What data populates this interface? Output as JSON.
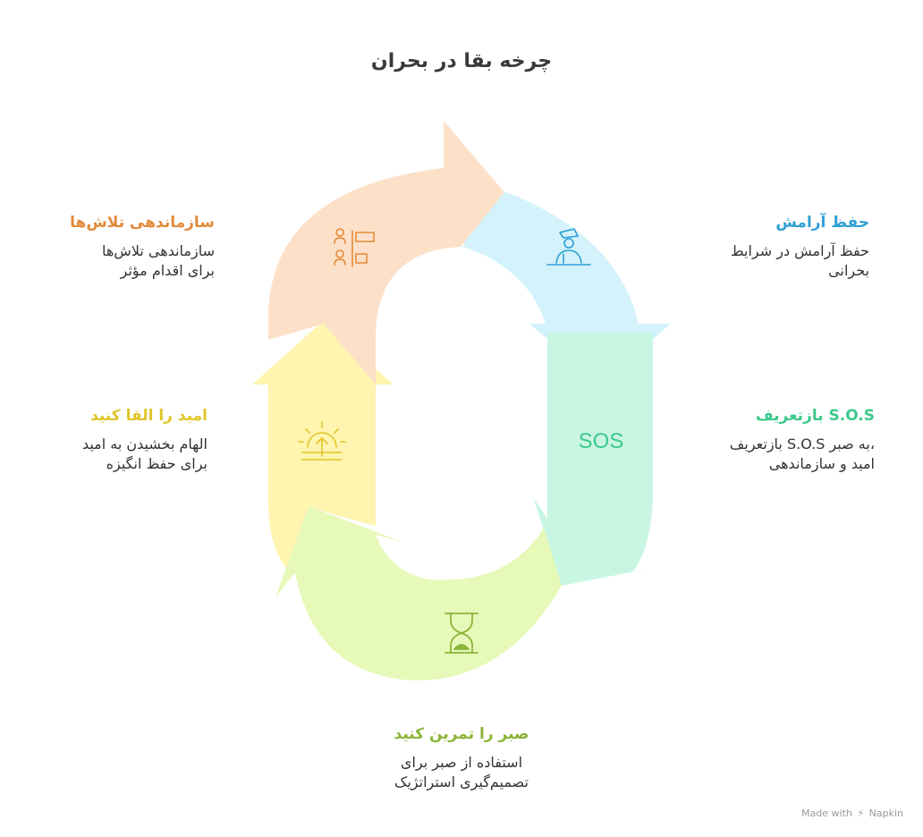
{
  "title": "چرخه بقا در بحران",
  "steps": [
    {
      "heading": "حفظ آرامش",
      "body_lines": [
        "حفظ آرامش در شرایط",
        "بحرانی"
      ],
      "icon": "guard-icon",
      "color": "#2f9fd3",
      "fill": "#d3f2fc"
    },
    {
      "heading": "S.O.S بازتعریف",
      "body_lines": [
        "،به صبر S.O.S بازتعریف",
        "امید و سازماندهی"
      ],
      "icon": "sos-icon",
      "icon_text": "SOS",
      "color": "#3cc98a",
      "fill": "#c9f6e3"
    },
    {
      "heading": "صبر را تمرین کنید",
      "body_lines": [
        "استفاده از صبر برای",
        "تصمیم‌گیری استراتژیک"
      ],
      "icon": "hourglass-icon",
      "color": "#8bb53a",
      "fill": "#e6f9b9"
    },
    {
      "heading": "امید را القا کنید",
      "body_lines": [
        "الهام بخشیدن به امید",
        "برای حفظ انگیزه"
      ],
      "icon": "sunrise-icon",
      "color": "#e0c529",
      "fill": "#fff4b0"
    },
    {
      "heading": "سازماندهی تلاش‌ها",
      "body_lines": [
        "سازماندهی تلاش‌ها",
        "برای اقدام مؤثر"
      ],
      "icon": "team-organization-icon",
      "color": "#e28a3a",
      "fill": "#fde0c8"
    }
  ],
  "watermark": {
    "made_with": "Made with",
    "brand": "Napkin",
    "bolt_icon": "napkin-bolt-icon"
  }
}
